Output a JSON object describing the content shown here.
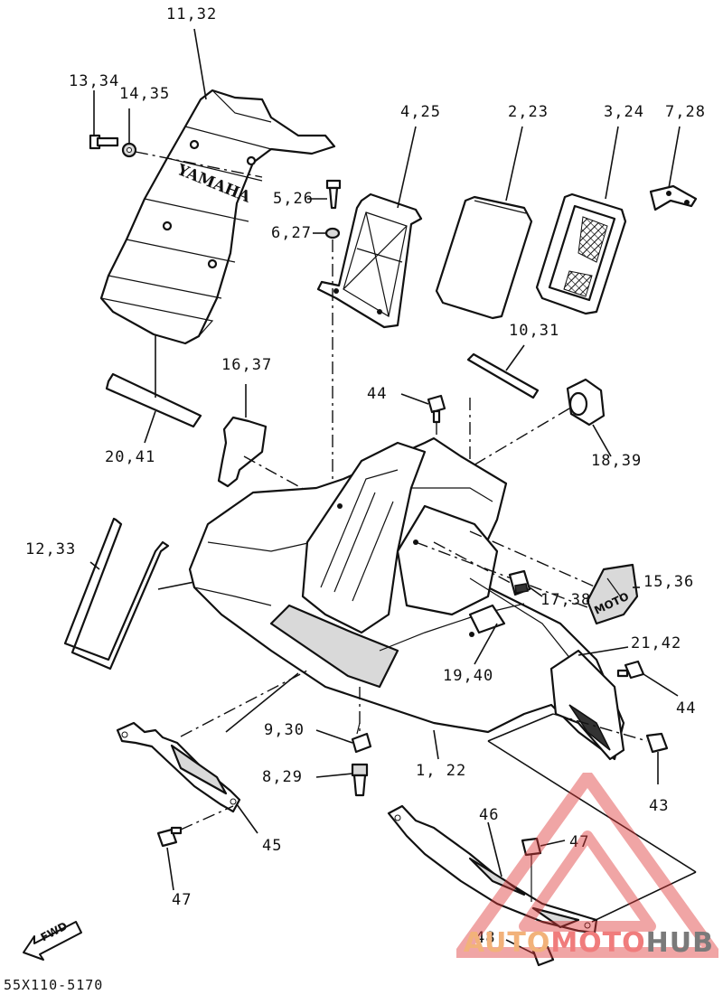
{
  "callouts": {
    "c11_32": "11,32",
    "c13_34": "13,34",
    "c14_35": "14,35",
    "c4_25": "4,25",
    "c2_23": "2,23",
    "c3_24": "3,24",
    "c7_28": "7,28",
    "c5_26": "5,26",
    "c6_27": "6,27",
    "c16_37": "16,37",
    "c10_31": "10,31",
    "c44a": "44",
    "c18_39": "18,39",
    "c20_41": "20,41",
    "c12_33": "12,33",
    "c17_38": "17,38",
    "c15_36": "15,36",
    "c21_42": "21,42",
    "c19_40": "19,40",
    "c44b": "44",
    "c9_30": "9,30",
    "c8_29": "8,29",
    "c1_22": "1, 22",
    "c43": "43",
    "c46": "46",
    "c47a": "47",
    "c47b": "47",
    "c45": "45",
    "c48": "48"
  },
  "emblem_text": "YAMAHA",
  "badge_text": "MOTO",
  "fwd_label": "FWD",
  "catalog_number": "55X110-5170",
  "watermark": {
    "part1": "AUTO",
    "part2": "MOTO",
    "part3": "HUB",
    "color_orange": "#f2b27a",
    "color_red": "#f07c7c",
    "color_gray": "#7a7a7a"
  }
}
